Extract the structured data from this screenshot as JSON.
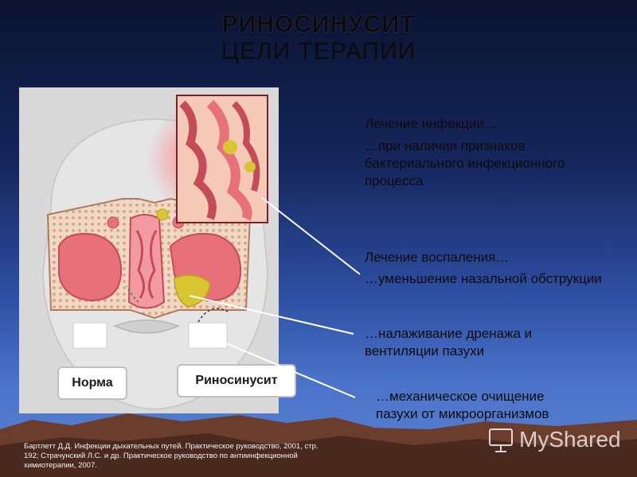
{
  "slide": {
    "title_line1": "РИНОСИНУСИТ",
    "title_line2": "ЦЕЛИ ТЕРАПИИ"
  },
  "illustration": {
    "label_normal": "Норма",
    "label_rhinosinusitis": "Риносинусит"
  },
  "therapy": {
    "infection_heading": "Лечение инфекции…",
    "infection_detail": "…при наличии признаков бактериального инфекционного процесса",
    "inflammation_heading": "Лечение воспаления…",
    "obstruction_detail": "…уменьшение назальной обструкции",
    "drainage_detail": "…налаживание дренажа и вентиляции пазухи",
    "mechanical_detail": "…механическое очищение пазухи от микроорганизмов"
  },
  "footnote": {
    "text": "Бартлетт Д.Д. Инфекции дыхательных путей. Практическое руководство, 2001, стр. 192; Страчунский Л.С. и др. Практическое руководство по антиинфекционной химиотерапии, 2007."
  },
  "watermark": {
    "text": "MyShared"
  }
}
